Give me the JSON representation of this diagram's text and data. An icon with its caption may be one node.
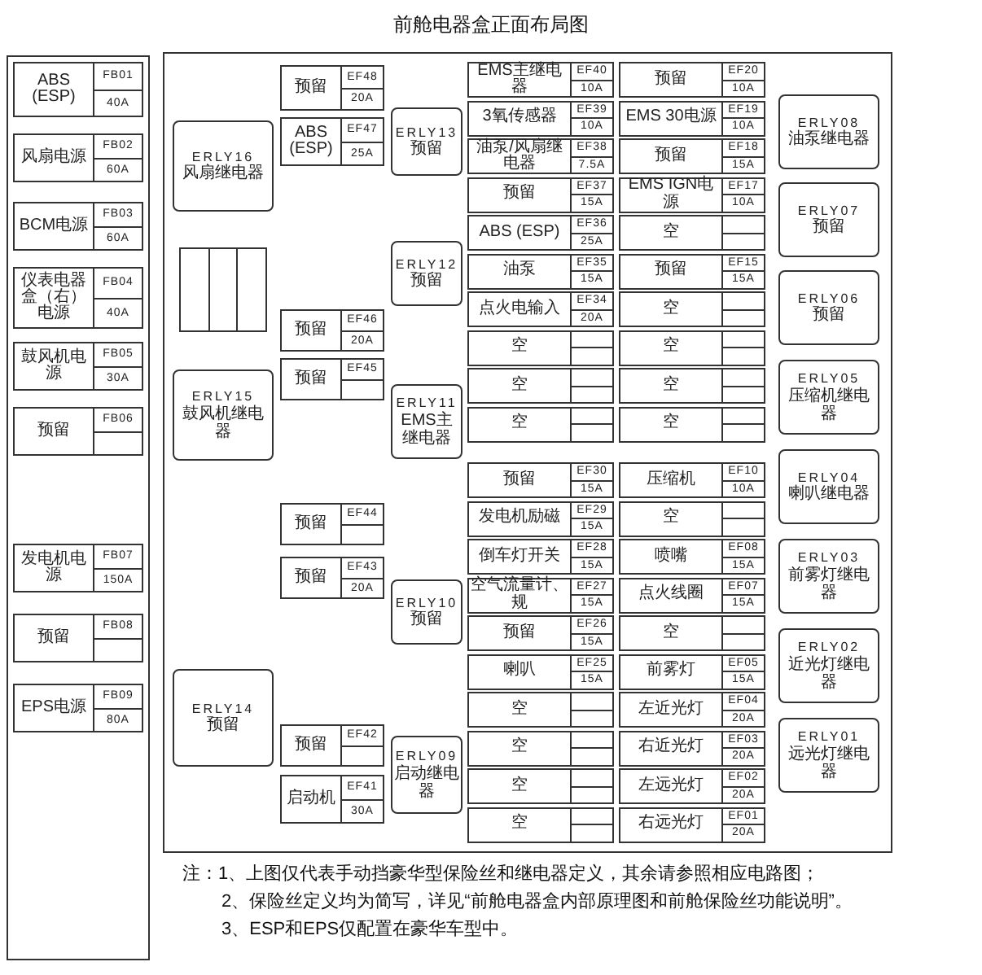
{
  "diagram": {
    "title": "前舱电器盒正面布局图",
    "nodes": [
      {
        "text": [],
        "shape": "box"
      },
      {
        "text": [
          "ABS (ESP)",
          "FB01",
          "40A"
        ],
        "in": 0
      },
      {
        "text": [
          "风扇电源",
          "FB02",
          "60A"
        ],
        "in": 0
      },
      {
        "text": [
          "BCM电源",
          "FB03",
          "60A"
        ],
        "in": 0
      },
      {
        "text": [
          "仪表电器盒（右）电源",
          "FB04",
          "40A"
        ],
        "in": 0
      },
      {
        "text": [
          "鼓风机电源",
          "FB05",
          "30A"
        ],
        "in": 0
      },
      {
        "text": [
          "预留",
          "FB06"
        ],
        "in": 0
      },
      {
        "text": [
          "发电机电源",
          "FB07",
          "150A"
        ],
        "in": 0
      },
      {
        "text": [
          "预留",
          "FB08"
        ],
        "in": 0
      },
      {
        "text": [
          "EPS电源",
          "FB09",
          "80A"
        ],
        "in": 0
      },
      {
        "text": [],
        "shape": "box"
      },
      {
        "text": [
          "ERLY16",
          "风扇继电器"
        ],
        "in": 10
      },
      {
        "text": [
          "预留",
          "EF48",
          "20A"
        ],
        "in": 10
      },
      {
        "text": [
          "ABS (ESP)",
          "EF47",
          "25A"
        ],
        "in": 10
      },
      {
        "text": [
          "ERLY13",
          "预留"
        ],
        "in": 10
      },
      {
        "text": [],
        "shape": "box",
        "in": 10
      },
      {
        "text": [
          "ERLY12",
          "预留"
        ],
        "in": 10
      },
      {
        "text": [
          "预留",
          "EF46",
          "20A"
        ],
        "in": 10
      },
      {
        "text": [
          "预留",
          "EF45"
        ],
        "in": 10
      },
      {
        "text": [
          "ERLY15",
          "鼓风机继电器"
        ],
        "in": 10
      },
      {
        "text": [
          "ERLY11",
          "EMS主继电器"
        ],
        "in": 10
      },
      {
        "text": [
          "预留",
          "EF44"
        ],
        "in": 10
      },
      {
        "text": [
          "预留",
          "EF43",
          "20A"
        ],
        "in": 10
      },
      {
        "text": [
          "ERLY10",
          "预留"
        ],
        "in": 10
      },
      {
        "text": [
          "ERLY14",
          "预留"
        ],
        "in": 10
      },
      {
        "text": [
          "预留",
          "EF42"
        ],
        "in": 10
      },
      {
        "text": [
          "启动机",
          "EF41",
          "30A"
        ],
        "in": 10
      },
      {
        "text": [
          "ERLY09",
          "启动继电器"
        ],
        "in": 10
      },
      {
        "text": [
          "EMS主继电器",
          "EF40",
          "10A"
        ],
        "in": 10
      },
      {
        "text": [
          "预留",
          "EF20",
          "10A"
        ],
        "in": 10
      },
      {
        "text": [
          "3氧传感器",
          "EF39",
          "10A"
        ],
        "in": 10
      },
      {
        "text": [
          "EMS 30电源",
          "EF19",
          "10A"
        ],
        "in": 10
      },
      {
        "text": [
          "油泵/风扇继电器",
          "EF38",
          "7.5A"
        ],
        "in": 10
      },
      {
        "text": [
          "预留",
          "EF18",
          "15A"
        ],
        "in": 10
      },
      {
        "text": [
          "预留",
          "EF37",
          "15A"
        ],
        "in": 10
      },
      {
        "text": [
          "EMS IGN电源",
          "EF17",
          "10A"
        ],
        "in": 10
      },
      {
        "text": [
          "ABS (ESP)",
          "EF36",
          "25A"
        ],
        "in": 10
      },
      {
        "text": [
          "空"
        ],
        "in": 10
      },
      {
        "text": [
          "油泵",
          "EF35",
          "15A"
        ],
        "in": 10
      },
      {
        "text": [
          "预留",
          "EF15",
          "15A"
        ],
        "in": 10
      },
      {
        "text": [
          "点火电输入",
          "EF34",
          "20A"
        ],
        "in": 10
      },
      {
        "text": [
          "空"
        ],
        "in": 10
      },
      {
        "text": [
          "空"
        ],
        "in": 10
      },
      {
        "text": [
          "空"
        ],
        "in": 10
      },
      {
        "text": [
          "空"
        ],
        "in": 10
      },
      {
        "text": [
          "空"
        ],
        "in": 10
      },
      {
        "text": [
          "空"
        ],
        "in": 10
      },
      {
        "text": [
          "空"
        ],
        "in": 10
      },
      {
        "text": [
          "预留",
          "EF30",
          "15A"
        ],
        "in": 10
      },
      {
        "text": [
          "压缩机",
          "EF10",
          "10A"
        ],
        "in": 10
      },
      {
        "text": [
          "发电机励磁",
          "EF29",
          "15A"
        ],
        "in": 10
      },
      {
        "text": [
          "空"
        ],
        "in": 10
      },
      {
        "text": [
          "倒车灯开关",
          "EF28",
          "15A"
        ],
        "in": 10
      },
      {
        "text": [
          "喷嘴",
          "EF08",
          "15A"
        ],
        "in": 10
      },
      {
        "text": [
          "空气流量计、规",
          "EF27",
          "15A"
        ],
        "in": 10
      },
      {
        "text": [
          "点火线圈",
          "EF07",
          "15A"
        ],
        "in": 10
      },
      {
        "text": [
          "预留",
          "EF26",
          "15A"
        ],
        "in": 10
      },
      {
        "text": [
          "空"
        ],
        "in": 10
      },
      {
        "text": [
          "喇叭",
          "EF25",
          "15A"
        ],
        "in": 10
      },
      {
        "text": [
          "前雾灯",
          "EF05",
          "15A"
        ],
        "in": 10
      },
      {
        "text": [
          "空"
        ],
        "in": 10
      },
      {
        "text": [
          "左近光灯",
          "EF04",
          "20A"
        ],
        "in": 10
      },
      {
        "text": [
          "空"
        ],
        "in": 10
      },
      {
        "text": [
          "右近光灯",
          "EF03",
          "20A"
        ],
        "in": 10
      },
      {
        "text": [
          "空"
        ],
        "in": 10
      },
      {
        "text": [
          "左远光灯",
          "EF02",
          "20A"
        ],
        "in": 10
      },
      {
        "text": [
          "空"
        ],
        "in": 10
      },
      {
        "text": [
          "右远光灯",
          "EF01",
          "20A"
        ],
        "in": 10
      },
      {
        "text": [
          "ERLY08",
          "油泵继电器"
        ],
        "in": 10
      },
      {
        "text": [
          "ERLY07",
          "预留"
        ],
        "in": 10
      },
      {
        "text": [
          "ERLY06",
          "预留"
        ],
        "in": 10
      },
      {
        "text": [
          "ERLY05",
          "压缩机继电器"
        ],
        "in": 10
      },
      {
        "text": [
          "ERLY04",
          "喇叭继电器"
        ],
        "in": 10
      },
      {
        "text": [
          "ERLY03",
          "前雾灯继电器"
        ],
        "in": 10
      },
      {
        "text": [
          "ERLY02",
          "近光灯继电器"
        ],
        "in": 10
      },
      {
        "text": [
          "ERLY01",
          "远光灯继电器"
        ],
        "in": 10
      }
    ],
    "labels": [
      "注：1、上图仅代表手动挡豪华型保险丝和继电器定义，其余请参照相应电路图；",
      "2、保险丝定义均为简写，详见“前舱电器盒内部原理图和前舱保险丝功能说明”。",
      "3、ESP和EPS仅配置在豪华车型中。"
    ]
  }
}
